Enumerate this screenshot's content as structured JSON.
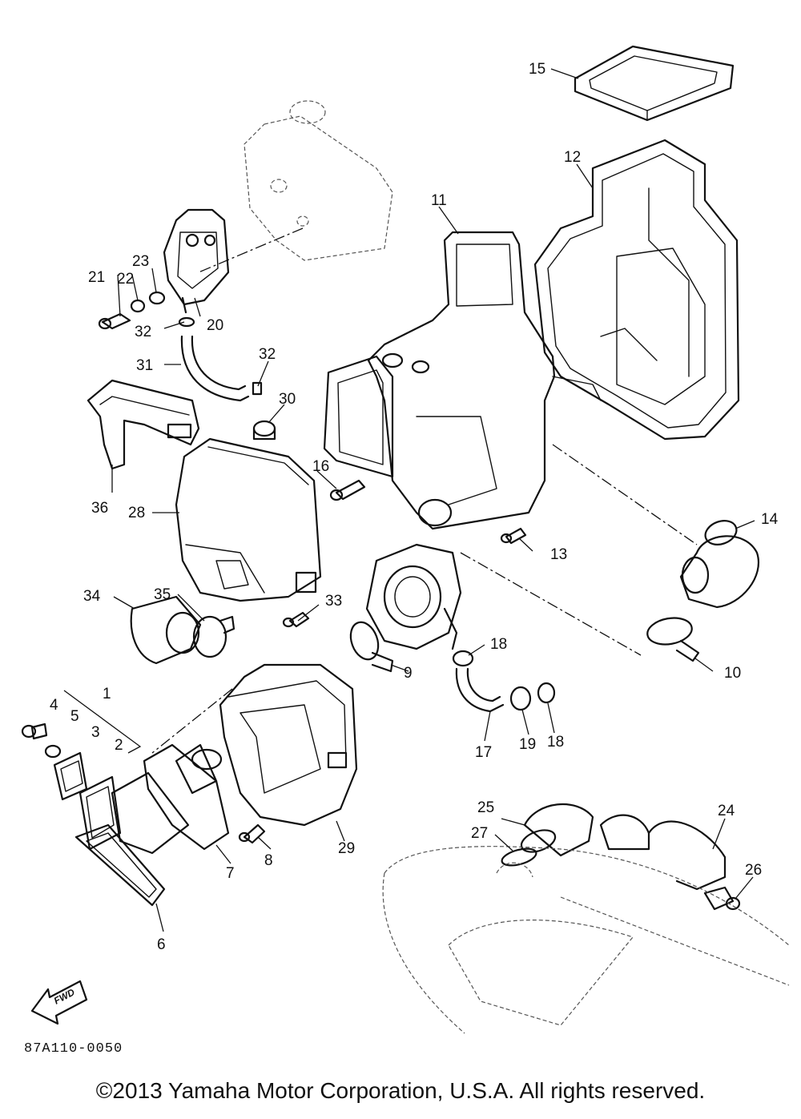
{
  "diagram": {
    "callouts": [
      "1",
      "2",
      "3",
      "4",
      "5",
      "6",
      "7",
      "8",
      "9",
      "10",
      "11",
      "12",
      "13",
      "14",
      "15",
      "16",
      "17",
      "18",
      "18",
      "19",
      "20",
      "21",
      "22",
      "23",
      "24",
      "25",
      "26",
      "27",
      "28",
      "29",
      "30",
      "31",
      "32",
      "32",
      "33",
      "34",
      "35",
      "36"
    ],
    "fwd_label": "FWD",
    "code": "87A110-0050"
  },
  "footer": {
    "copyright": "©2013 Yamaha Motor Corporation, U.S.A. All rights reserved."
  }
}
